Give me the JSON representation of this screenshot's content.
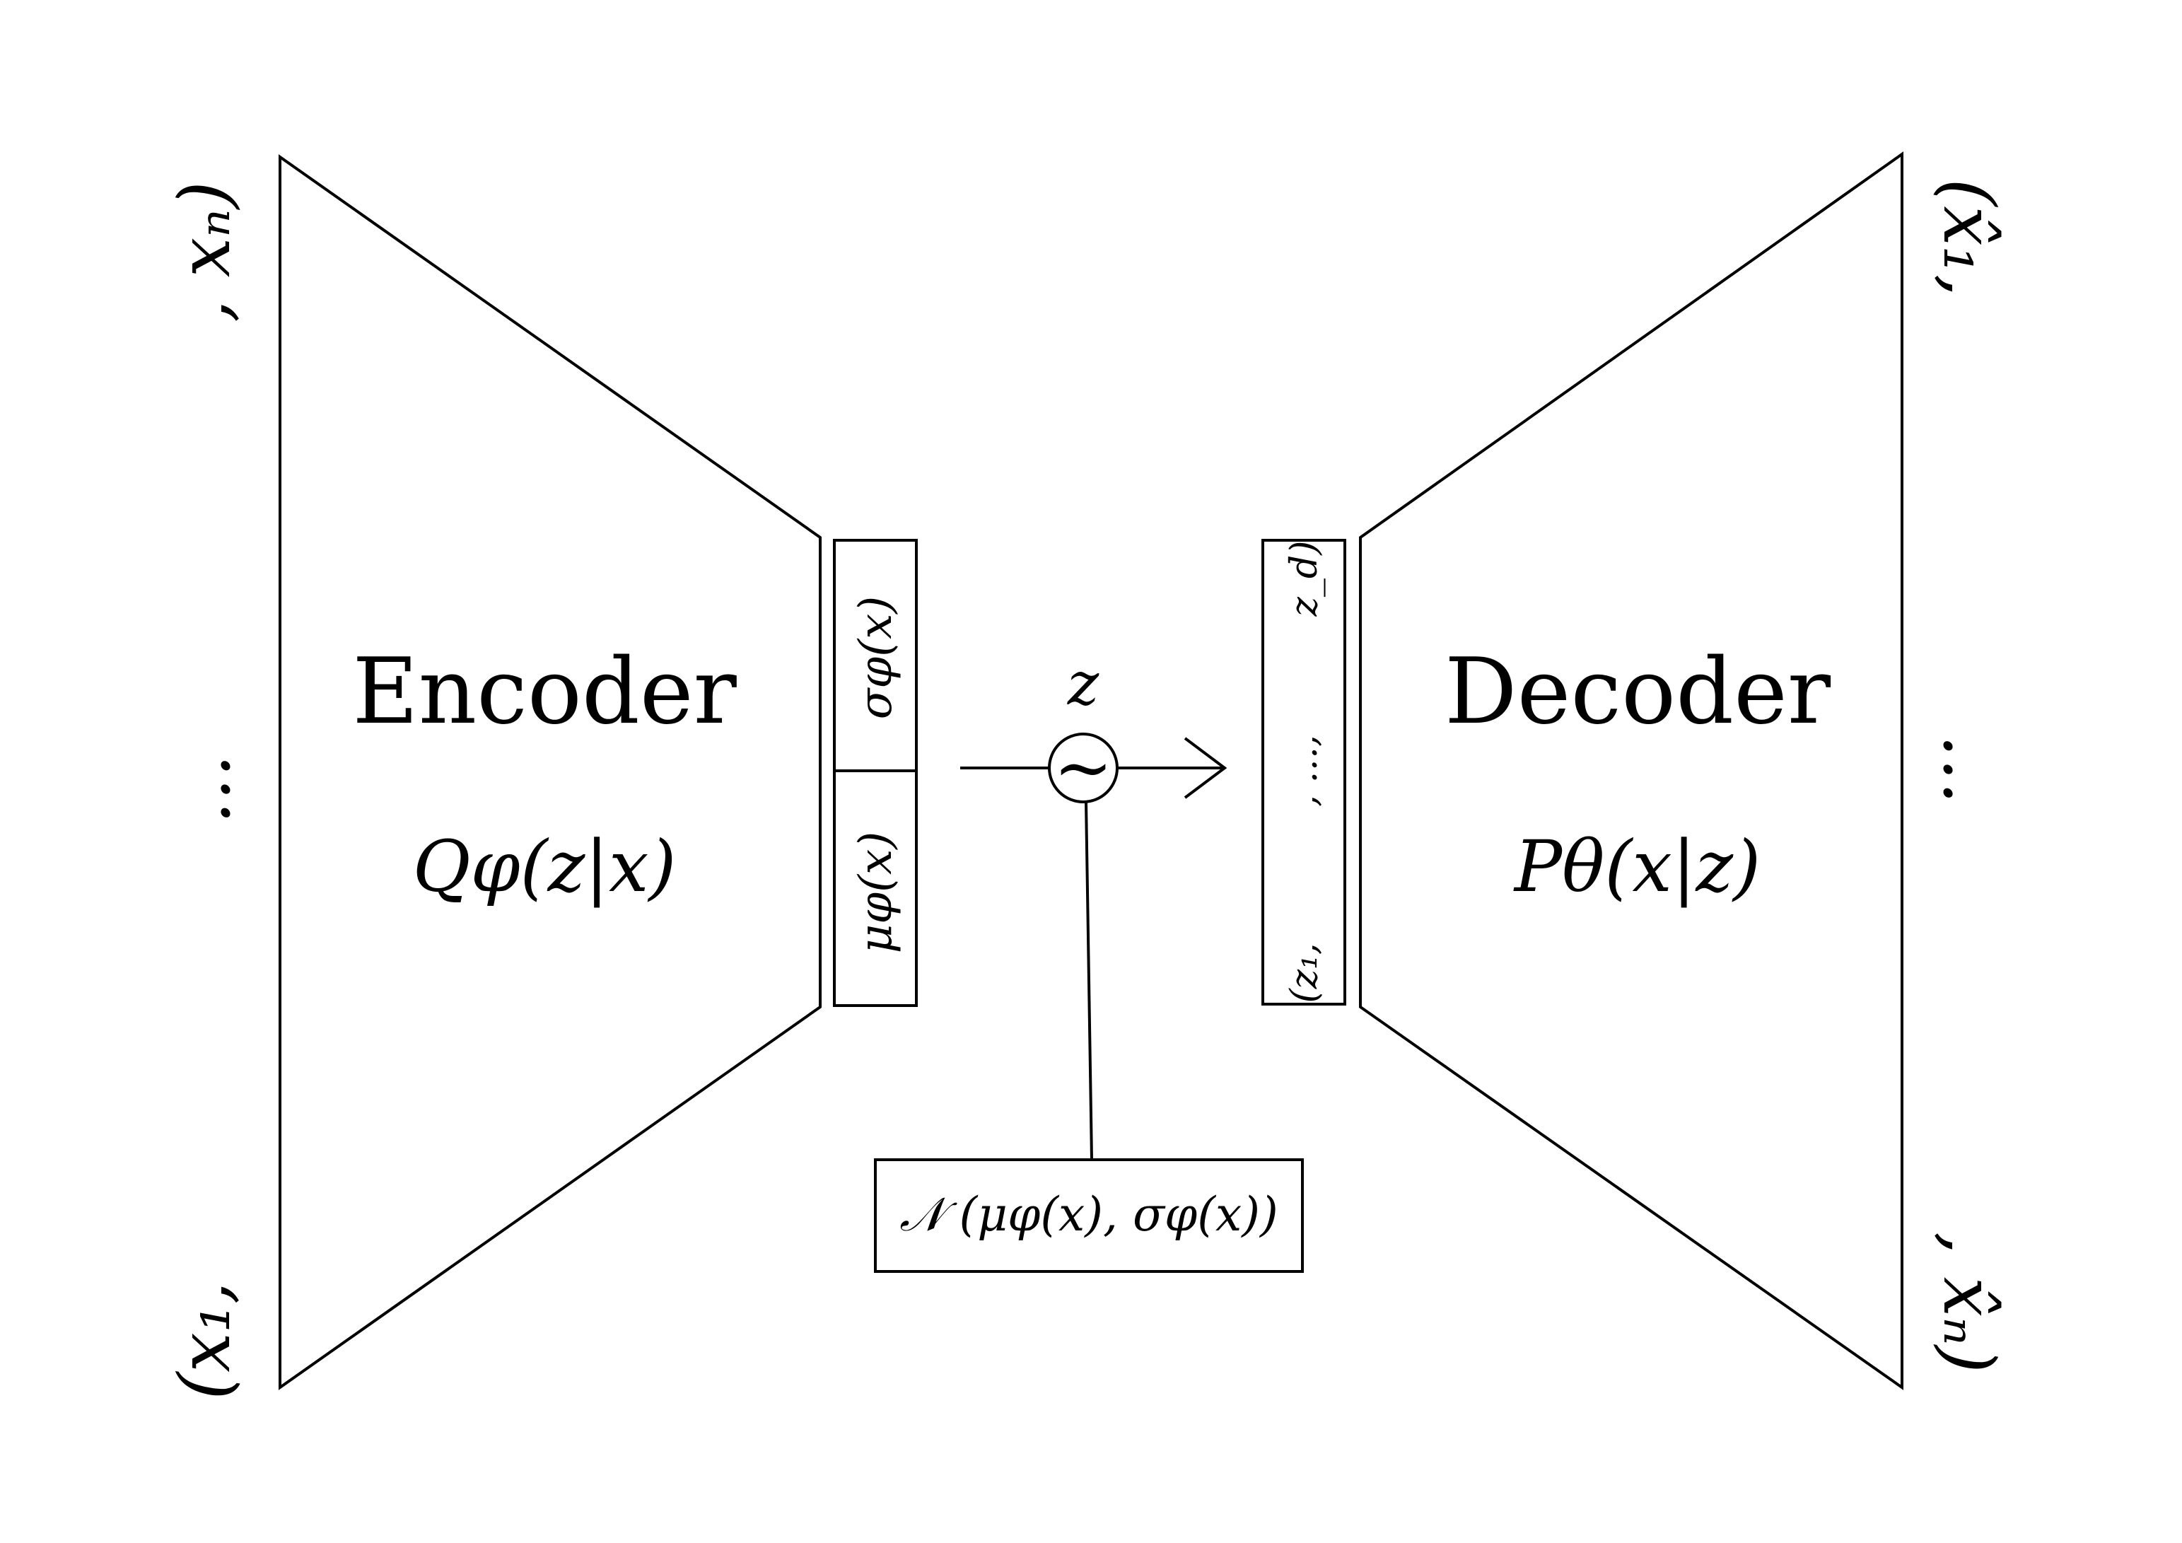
{
  "encoder": {
    "title": "Encoder",
    "distribution": "Qφ(z|x)"
  },
  "decoder": {
    "title": "Decoder",
    "distribution": "Pθ(x|z)"
  },
  "inputs": {
    "first": "(x₁,",
    "ellipsis": "…",
    "last": ", xₙ)"
  },
  "outputs": {
    "first": "(x̂₁,",
    "ellipsis": "…",
    "last": ", x̂ₙ)"
  },
  "encoder_outputs": {
    "mu": "μφ(x)",
    "sigma": "σφ(x)"
  },
  "latent": {
    "label": "z",
    "sampler_symbol": "~",
    "vector_first": "(z₁,",
    "vector_middle": ", …,",
    "vector_last": "z_d)"
  },
  "normal_distribution": {
    "label": "𝒩 (μφ(x), σφ(x))"
  }
}
